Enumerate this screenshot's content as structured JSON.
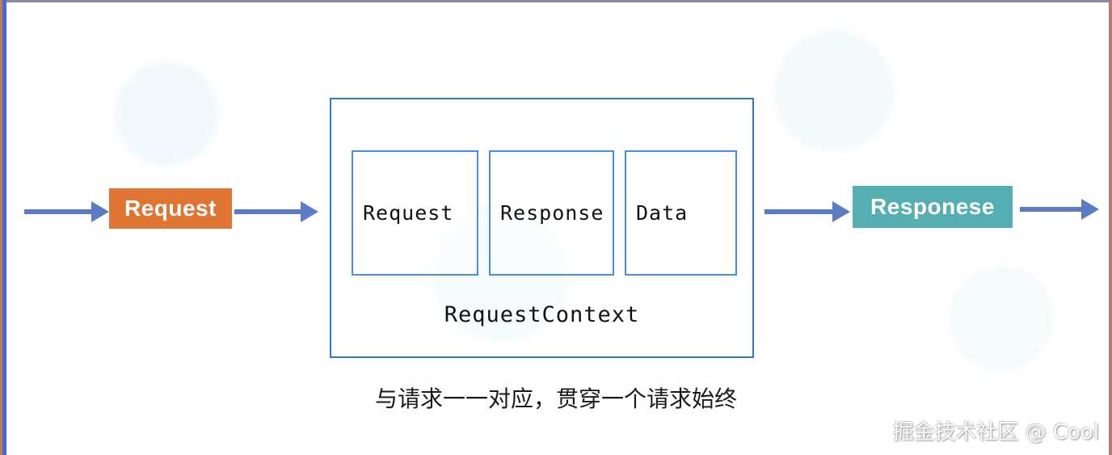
{
  "flow": {
    "request_box": {
      "label": "Request",
      "bg": "#df7433",
      "text_color": "#ffffff"
    },
    "response_box": {
      "label": "Responese",
      "bg": "#54aeb2",
      "text_color": "#ffffff"
    },
    "container": {
      "label": "RequestContext",
      "border_color": "#2e78c8",
      "inner_border_color": "#4a90d9",
      "items": [
        {
          "label": "Request"
        },
        {
          "label": "Response"
        },
        {
          "label": "Data"
        }
      ]
    },
    "arrow_color": "#5b7cc4"
  },
  "caption": {
    "text": "与请求一一对应，贯穿一个请求始终"
  },
  "watermark": {
    "text": "掘金技术社区 @ Cool"
  },
  "frame_colors": {
    "top": "#8d89a2",
    "left_outer": "#c77c4d",
    "left_inner": "#3e6fd6",
    "right": "#b17e76"
  }
}
